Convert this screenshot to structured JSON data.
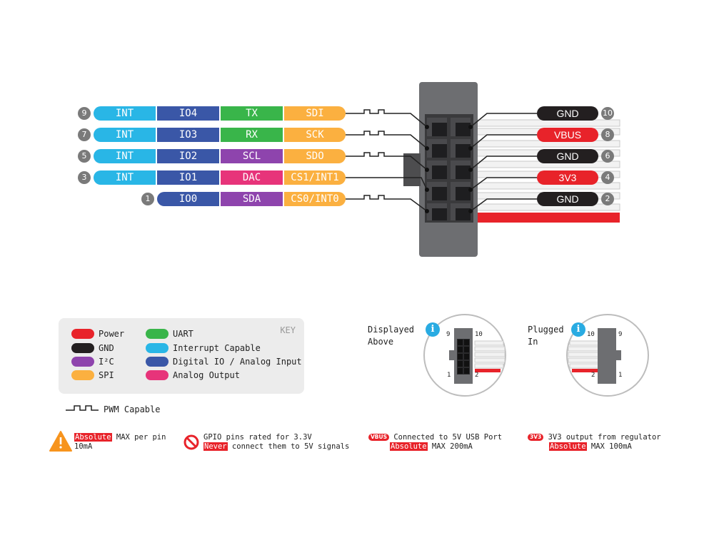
{
  "colors": {
    "int": "#29b6e6",
    "io": "#3a57a7",
    "uart": "#39b54a",
    "i2c": "#8e44ad",
    "spi": "#fbb040",
    "dac": "#e7347a",
    "power": "#e8232a",
    "gnd": "#231f20",
    "num": "#7a7a7a"
  },
  "left_rows": [
    {
      "num": "9",
      "cells": [
        "INT",
        "IO4",
        "TX",
        "SDI"
      ]
    },
    {
      "num": "7",
      "cells": [
        "INT",
        "IO3",
        "RX",
        "SCK"
      ]
    },
    {
      "num": "5",
      "cells": [
        "INT",
        "IO2",
        "SCL",
        "SDO"
      ]
    },
    {
      "num": "3",
      "cells": [
        "INT",
        "IO1",
        "DAC",
        "CS1/INT1"
      ]
    },
    {
      "num": "1",
      "cells": [
        "IO0",
        "SDA",
        "CS0/INT0"
      ]
    }
  ],
  "right_rows": [
    {
      "label": "GND",
      "num": "10"
    },
    {
      "label": "VBUS",
      "num": "8"
    },
    {
      "label": "GND",
      "num": "6"
    },
    {
      "label": "3V3",
      "num": "4"
    },
    {
      "label": "GND",
      "num": "2"
    }
  ],
  "key": {
    "title": "KEY",
    "items": [
      {
        "label": "Power",
        "color": "#e8232a"
      },
      {
        "label": "GND",
        "color": "#231f20"
      },
      {
        "label": "I²C",
        "color": "#8e44ad"
      },
      {
        "label": "SPI",
        "color": "#fbb040"
      },
      {
        "label": "UART",
        "color": "#39b54a"
      },
      {
        "label": "Interrupt Capable",
        "color": "#29b6e6"
      },
      {
        "label": "Digital IO / Analog Input",
        "color": "#3a57a7"
      },
      {
        "label": "Analog Output",
        "color": "#e7347a"
      }
    ]
  },
  "pwm_label": "PWM Capable",
  "displayed": {
    "title_line1": "Displayed",
    "title_line2": "Above",
    "info": "i",
    "pin_tl": "9",
    "pin_tr": "10",
    "pin_bl": "1",
    "pin_br": "2"
  },
  "plugged": {
    "title_line1": "Plugged",
    "title_line2": "In",
    "info": "i",
    "pin_tl": "10",
    "pin_tr": "9",
    "pin_bl": "2",
    "pin_br": "1"
  },
  "notes": {
    "max_pin": {
      "highlight": "Absolute",
      "text1": " MAX per pin",
      "line2": "10mA"
    },
    "gpio": {
      "line1": "GPIO pins rated for 3.3V",
      "highlight": "Never",
      "text2": " connect them to 5V signals"
    },
    "vbus": {
      "badge": "VBUS",
      "line1": " Connected to 5V USB Port",
      "highlight": "Absolute",
      "text2": " MAX 200mA"
    },
    "v33": {
      "badge": "3V3",
      "line1": " 3V3 output from regulator",
      "highlight": "Absolute",
      "text2": " MAX 100mA"
    }
  },
  "icons": [
    "warning-icon",
    "prohibited-icon",
    "info-icon",
    "pwm-wave-icon"
  ]
}
